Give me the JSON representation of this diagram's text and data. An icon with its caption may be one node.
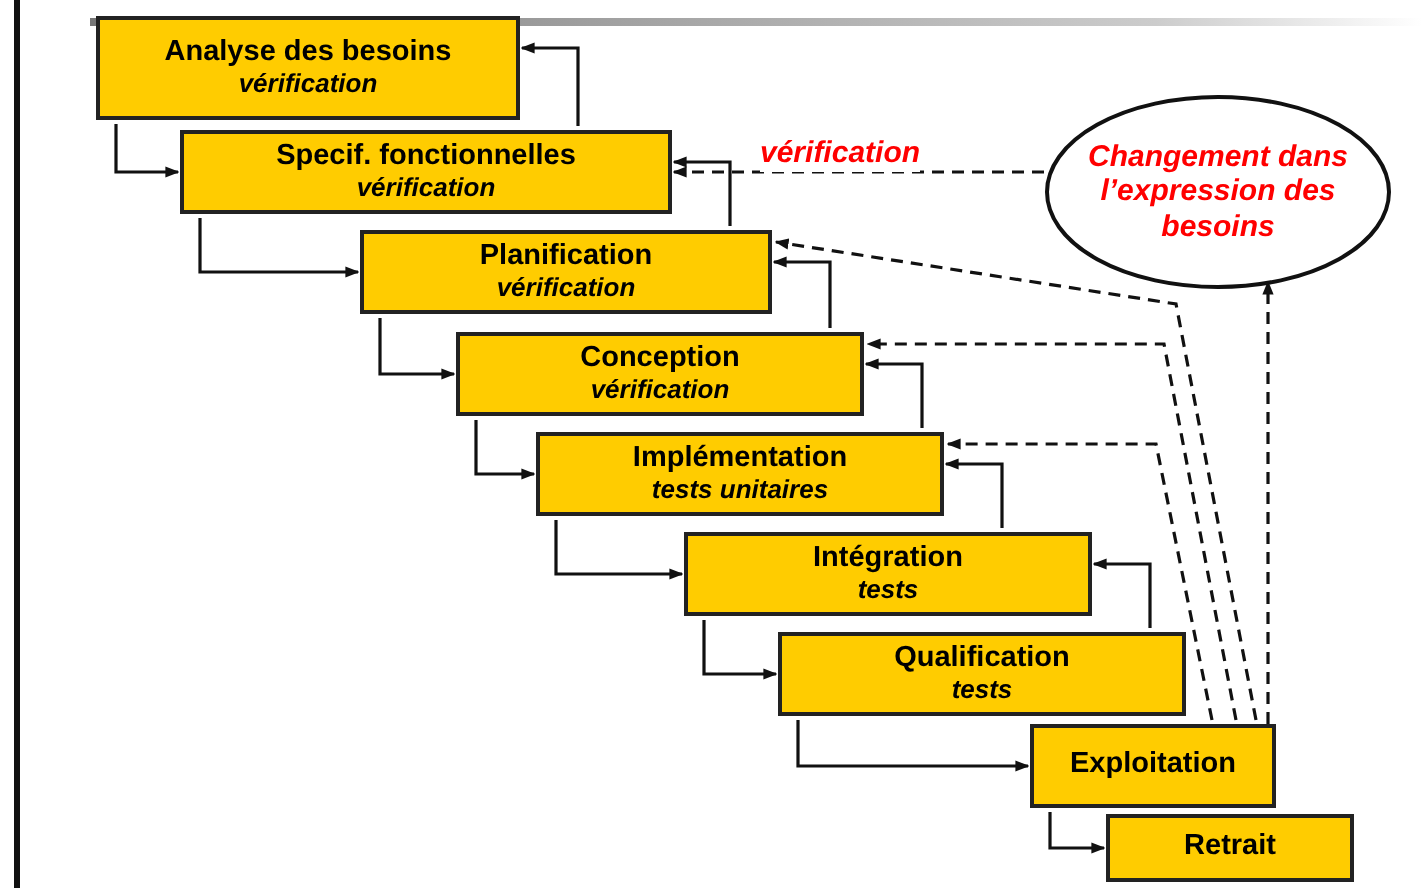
{
  "diagram": {
    "nodes": [
      {
        "text": [
          "Analyse des besoins",
          "vérification"
        ]
      },
      {
        "text": [
          "Specif. fonctionnelles",
          "vérification"
        ]
      },
      {
        "text": [
          "Planification",
          "vérification"
        ]
      },
      {
        "text": [
          "Conception",
          "vérification"
        ]
      },
      {
        "text": [
          "Implémentation",
          "tests unitaires"
        ]
      },
      {
        "text": [
          "Intégration",
          "tests"
        ]
      },
      {
        "text": [
          "Qualification",
          "tests"
        ]
      },
      {
        "text": [
          "Exploitation"
        ]
      },
      {
        "text": [
          "Retrait"
        ]
      },
      {
        "text": [
          "Changement dans l’expression des besoins"
        ]
      }
    ],
    "edges": [
      {
        "from": 0,
        "to": 1,
        "arrow": "to"
      },
      {
        "from": 1,
        "to": 2,
        "arrow": "to"
      },
      {
        "from": 2,
        "to": 3,
        "arrow": "to"
      },
      {
        "from": 3,
        "to": 4,
        "arrow": "to"
      },
      {
        "from": 4,
        "to": 5,
        "arrow": "to"
      },
      {
        "from": 5,
        "to": 6,
        "arrow": "to"
      },
      {
        "from": 6,
        "to": 7,
        "arrow": "to"
      },
      {
        "from": 7,
        "to": 8,
        "arrow": "to"
      },
      {
        "from": 1,
        "to": 0,
        "arrow": "to"
      },
      {
        "from": 2,
        "to": 1,
        "arrow": "to"
      },
      {
        "from": 3,
        "to": 2,
        "arrow": "to"
      },
      {
        "from": 4,
        "to": 3,
        "arrow": "to"
      },
      {
        "from": 5,
        "to": 4,
        "arrow": "to"
      },
      {
        "from": 6,
        "to": 5,
        "arrow": "to"
      },
      {
        "from": 7,
        "to": 9,
        "arrow": "to",
        "style": "dashed"
      },
      {
        "from": 9,
        "to": 1,
        "arrow": "to",
        "style": "dashed",
        "label": "vérification"
      },
      {
        "from": 7,
        "to": 2,
        "arrow": "to",
        "style": "dashed"
      },
      {
        "from": 7,
        "to": 3,
        "arrow": "to",
        "style": "dashed"
      },
      {
        "from": 7,
        "to": 4,
        "arrow": "to",
        "style": "dashed"
      }
    ]
  }
}
